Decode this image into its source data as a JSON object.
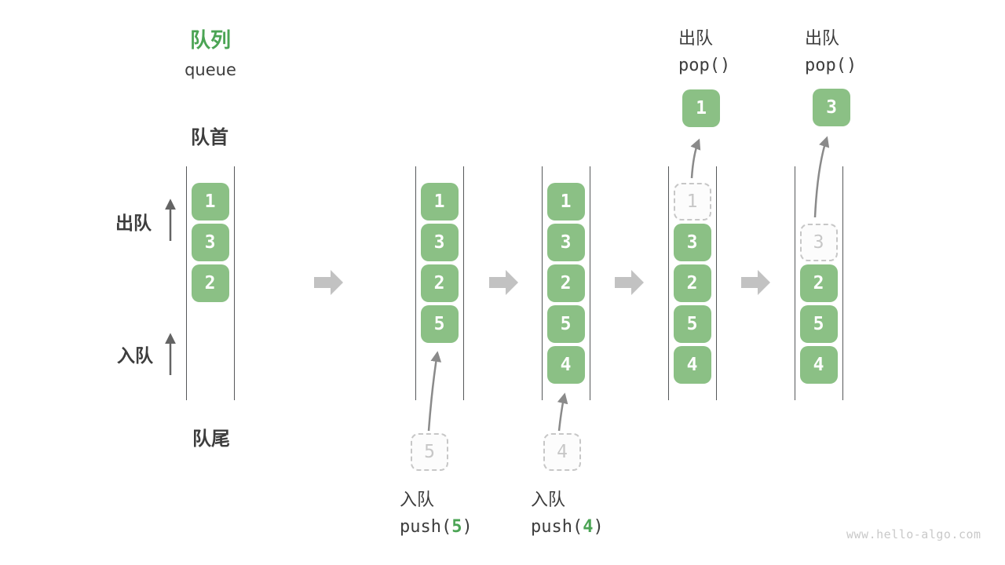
{
  "title": {
    "zh": "队列",
    "en": "queue"
  },
  "labels": {
    "front": "队首",
    "rear": "队尾",
    "dequeue_side": "出队",
    "enqueue_side": "入队"
  },
  "queues": [
    {
      "name": "initial-state",
      "items": [
        "1",
        "3",
        "2"
      ]
    },
    {
      "name": "after-push-5",
      "items": [
        "1",
        "3",
        "2",
        "5"
      ]
    },
    {
      "name": "after-push-4",
      "items": [
        "1",
        "3",
        "2",
        "5",
        "4"
      ]
    },
    {
      "name": "popping-1",
      "ghost": "1",
      "items": [
        "3",
        "2",
        "5",
        "4"
      ]
    },
    {
      "name": "popping-3",
      "ghost": "3",
      "items": [
        "2",
        "5",
        "4"
      ]
    }
  ],
  "ops": {
    "push5": {
      "action": "入队",
      "fn": "push(",
      "arg": "5",
      "close": ")",
      "staged": "5"
    },
    "push4": {
      "action": "入队",
      "fn": "push(",
      "arg": "4",
      "close": ")",
      "staged": "4"
    },
    "pop1": {
      "action": "出队",
      "fn": "pop()",
      "result": "1"
    },
    "pop3": {
      "action": "出队",
      "fn": "pop()",
      "result": "3"
    }
  },
  "watermark": "www.hello-algo.com",
  "colors": {
    "box-green": "#8BC085",
    "accent-green": "#4BA454",
    "text-dark": "#3D3D3D",
    "muted-gray": "#C7C7C7",
    "line-dark": "#56585A"
  }
}
